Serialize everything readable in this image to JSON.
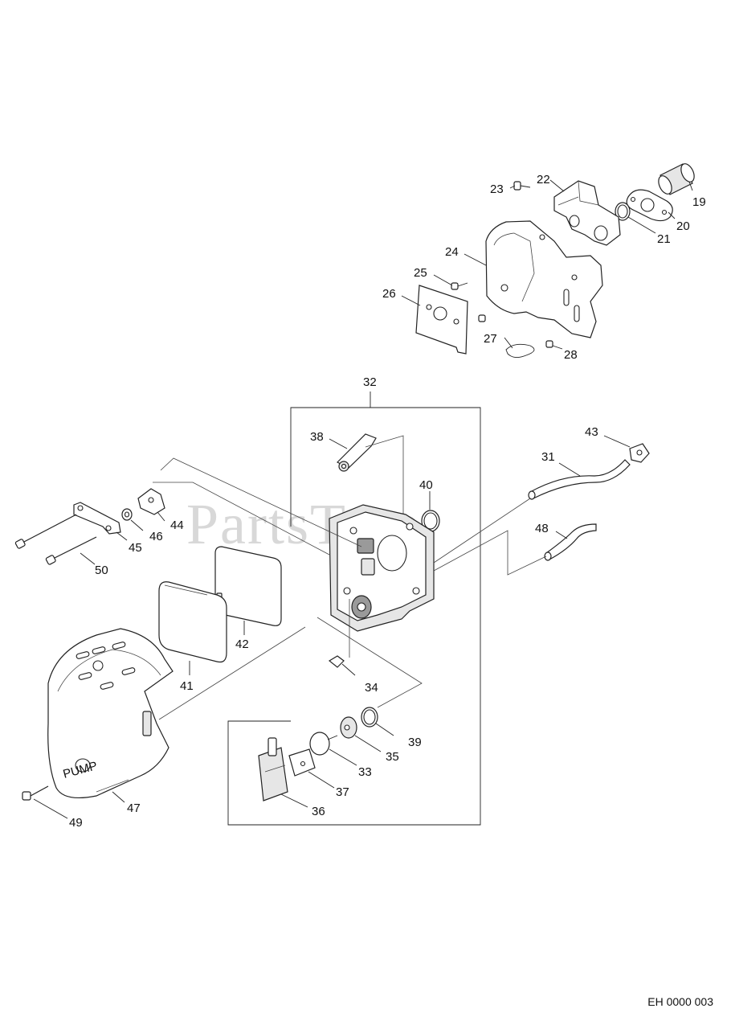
{
  "watermark": "PartsTree",
  "document_code": "EH 0000 003",
  "callouts": {
    "c19": "19",
    "c20": "20",
    "c21": "21",
    "c22": "22",
    "c23": "23",
    "c24": "24",
    "c25": "25",
    "c26": "26",
    "c27": "27",
    "c28": "28",
    "c31": "31",
    "c32": "32",
    "c33": "33",
    "c34": "34",
    "c35": "35",
    "c36": "36",
    "c37": "37",
    "c38": "38",
    "c39": "39",
    "c40": "40",
    "c41": "41",
    "c42": "42",
    "c43": "43",
    "c44": "44",
    "c45": "45",
    "c46": "46",
    "c47": "47",
    "c48": "48",
    "c49": "49",
    "c50": "50"
  },
  "cover_label": "PUMP"
}
